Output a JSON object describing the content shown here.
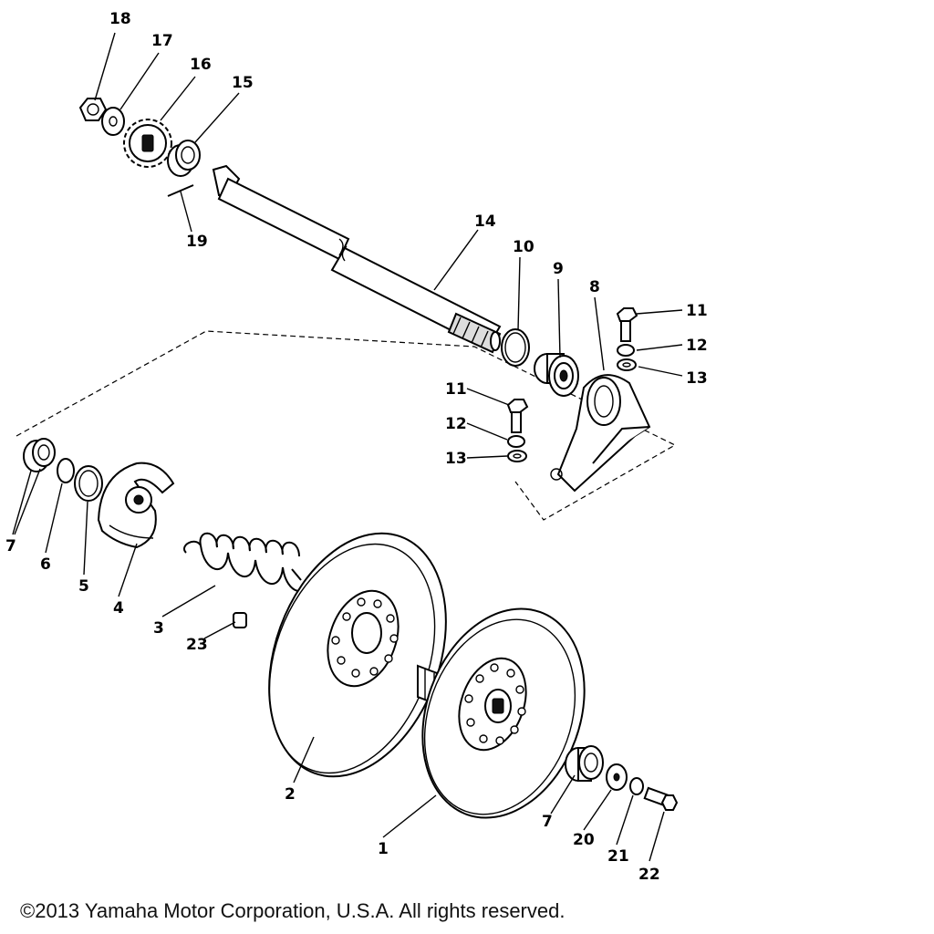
{
  "diagram": {
    "part_labels": [
      "1",
      "2",
      "3",
      "4",
      "5",
      "6",
      "7",
      "7",
      "8",
      "9",
      "10",
      "11",
      "11",
      "12",
      "12",
      "13",
      "13",
      "14",
      "15",
      "16",
      "17",
      "18",
      "19",
      "20",
      "21",
      "22",
      "23"
    ]
  },
  "footer": {
    "copyright": "©2013 Yamaha Motor Corporation, U.S.A. All rights reserved."
  }
}
